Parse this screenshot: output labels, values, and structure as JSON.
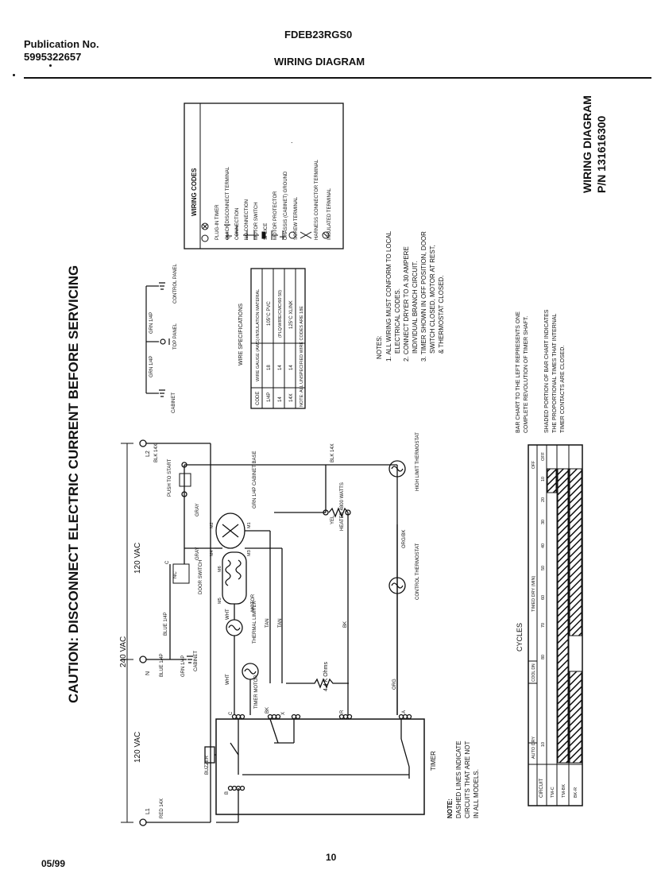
{
  "header": {
    "publication_label": "Publication No.",
    "publication_number": "5995322657",
    "model": "FDEB23RGS0",
    "title": "WIRING DIAGRAM"
  },
  "caution": "CAUTION: DISCONNECT ELECTRIC CURRENT BEFORE SERVICING",
  "side_title": {
    "line1": "WIRING DIAGRAM",
    "line2": "P/N 131616300"
  },
  "wiring_codes": {
    "title": "WIRING CODES",
    "items": [
      "PLUG-IN TIMER",
      "QUICK DISCONNECT TERMINAL",
      "CONNECTION",
      "NO CONNECTION",
      "MOTOR SWITCH",
      "SPLICE",
      "MOTOR PROTECTOR",
      "CHASSIS (CABINET) GROUND",
      "SCREW TERMINAL",
      "HARNESS CONNECTOR TERMINAL",
      "INSULATED TERMINAL"
    ]
  },
  "wire_specs": {
    "title": "WIRE SPECIFICATIONS",
    "headers": [
      "CODE",
      "WIRE GAUGE (AWG)",
      "INSULATION MATERIAL"
    ],
    "rows": [
      [
        "1/4P",
        "18",
        "105°C PVC"
      ],
      [
        "14",
        "14",
        "(PLQ/WIRE/CMC/60 50)"
      ],
      [
        "14X",
        "14",
        "125°C XLINK"
      ]
    ],
    "note": "NOTE: ALL UNSPECIFIED WIRE CODES ARE 18E"
  },
  "notes": {
    "title": "NOTES:",
    "items": [
      "1. ALL WIRING MUST CONFORM TO LOCAL",
      "ELECTRICAL CODES.",
      "2. CONNECT DRYER TO A 30 AMPERE",
      "INDIVIDUAL BRANCH CIRCUIT.",
      "3. TIMER SHOWN IN OFF POSITION, DOOR",
      "SWITCH CLOSED, MOTOR AT REST,",
      "& THERMOSTAT CLOSED."
    ]
  },
  "bar_chart_notes": [
    "BAR CHART TO THE LEFT REPRESENTS ONE",
    "COMPLETE REVOLUTION OF TIMER SHAFT.",
    "SHADED PORTION OF BAR CHART INDICATES",
    "THE PROPORTIONAL TIMES THAT INTERNAL",
    "TIMER CONTACTS ARE CLOSED."
  ],
  "dashed_note": [
    "NOTE:",
    "DASHED LINES INDICATE",
    "CIRCUITS THAT ARE NOT",
    "IN ALL MODELS."
  ],
  "cycles": {
    "title": "CYCLES",
    "row_labels": [
      "CIRCUIT",
      "TM-BK",
      "BK-R",
      "TM-C"
    ],
    "timed_dry": "TIMED DRY (MIN)",
    "auto_dry": "AUTO DRY",
    "cool_dn": "COOL DN",
    "off": "OFF",
    "ticks": [
      "10",
      "80",
      "70",
      "60",
      "50",
      "40",
      "30",
      "20",
      "10",
      "OFF"
    ]
  },
  "schematic": {
    "voltage_240": "240 VAC",
    "voltage_120_upper": "120 VAC",
    "voltage_120_lower": "120 VAC",
    "l1": "L1",
    "l2": "L2",
    "n": "N",
    "red": "RED 14X",
    "blk": "BLK 14X",
    "blue": "BLUE 1/4P",
    "push_to_start": "PUSH TO START",
    "grn_cabinet": "GRN 1/4P CABINET BASE",
    "door_switch": "DOOR SWITCH",
    "motor": "MOTOR",
    "thermal_limiter": "THERMAL LIMITER",
    "timer_motor": "TIMER MOTOR",
    "heater": "HEATER 4800 WATTS",
    "high_limit": "HIGH LIMIT THERMOSTAT",
    "control_thermostat": "CONTROL THERMOSTAT",
    "resistor": "4.4 K Ohms",
    "buzzer": "BUZZER",
    "timer": "TIMER",
    "cabinet": "CABINET",
    "top_panel": "TOP PANEL",
    "control_panel": "CONTROL PANEL",
    "grn": "GRN 1/4P",
    "wht": "WHT",
    "gray": "GRAY",
    "tan": "TAN",
    "bk": "BK",
    "org": "ORG",
    "org_bk": "ORG/BK",
    "yel": "YEL",
    "m1": "M1",
    "m2": "M2",
    "m3": "M3",
    "m4": "M4",
    "m5": "M5",
    "m6": "M6",
    "nc": "NC",
    "c": "C",
    "bk_term": "BK",
    "r_term": "R",
    "a_term": "A",
    "x_term": "X",
    "b_term": "B"
  },
  "footer": {
    "date": "05/99",
    "page": "10"
  }
}
